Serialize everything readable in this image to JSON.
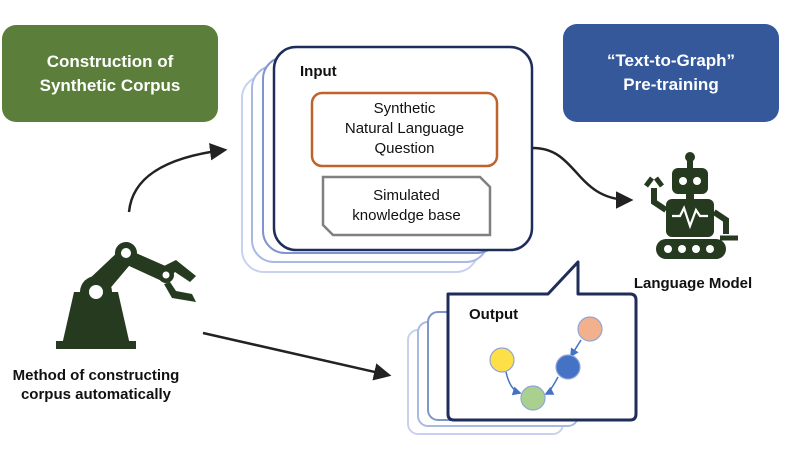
{
  "tags": {
    "construction": [
      "Construction of",
      "Synthetic Corpus"
    ],
    "pretraining": [
      "“Text-to-Graph”",
      "Pre-training"
    ]
  },
  "input_card": {
    "title": "Input",
    "question_box": [
      "Synthetic",
      "Natural Language",
      "Question"
    ],
    "kb_box": [
      "Simulated",
      "knowledge base"
    ]
  },
  "output_card": {
    "title": "Output"
  },
  "language_model_label": "Language Model",
  "method_label": [
    "Method of constructing",
    "corpus automatically"
  ],
  "icons": [
    "robot-arm-icon",
    "robot-icon",
    "graph-icon"
  ],
  "colors": {
    "green": "#5b7f3a",
    "blue": "#34589a",
    "navy": "#1f2d5a",
    "orange_border": "#c0622b",
    "node_yellow": "#fde047",
    "node_orange": "#f3b08d",
    "node_blue": "#4472c4",
    "node_green": "#a9d08e"
  }
}
